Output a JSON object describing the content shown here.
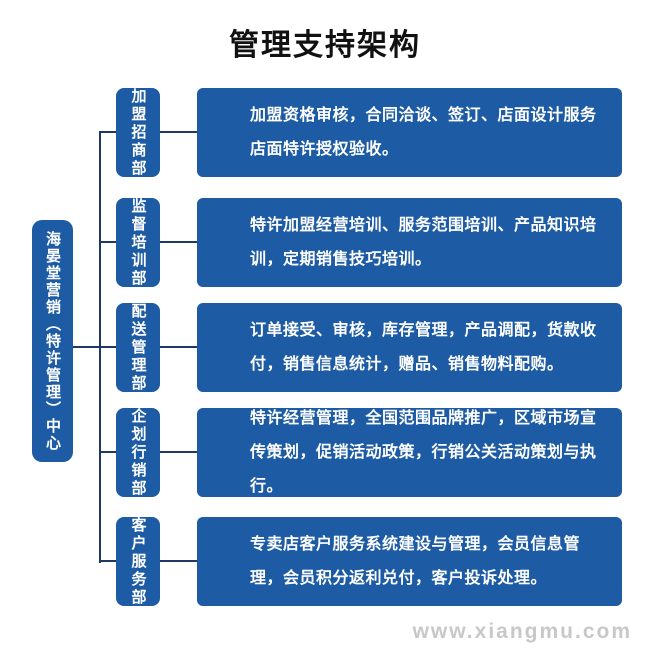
{
  "title": "管理支持架构",
  "watermark": "www.xiangmu.com",
  "colors": {
    "node_blue": "#1d5ba4",
    "connector_navy": "#1f3864",
    "node_text": "#ffffff",
    "title_text": "#111111",
    "watermark_gray": "#c8c8c8",
    "background": "#ffffff"
  },
  "root": {
    "label": "海晏堂营销（特许管理）中心"
  },
  "departments": [
    {
      "name": "加盟招商部",
      "description": "加盟资格审核，合同洽谈、签订、店面设计服务店面特许授权验收。"
    },
    {
      "name": "监督培训部",
      "description": "特许加盟经营培训、服务范围培训、产品知识培训，定期销售技巧培训。"
    },
    {
      "name": "配送管理部",
      "description": "订单接受、审核，库存管理，产品调配，货款收付，销售信息统计，赠品、销售物料配购。"
    },
    {
      "name": "企划行销部",
      "description": "特许经营管理，全国范围品牌推广，区域市场宣传策划，促销活动政策，行销公关活动策划与执行。"
    },
    {
      "name": "客户服务部",
      "description": "专卖店客户服务系统建设与管理，会员信息管理，会员积分返利兑付，客户投诉处理。"
    }
  ],
  "layout_rows_top": [
    88,
    198,
    303,
    408,
    517
  ]
}
